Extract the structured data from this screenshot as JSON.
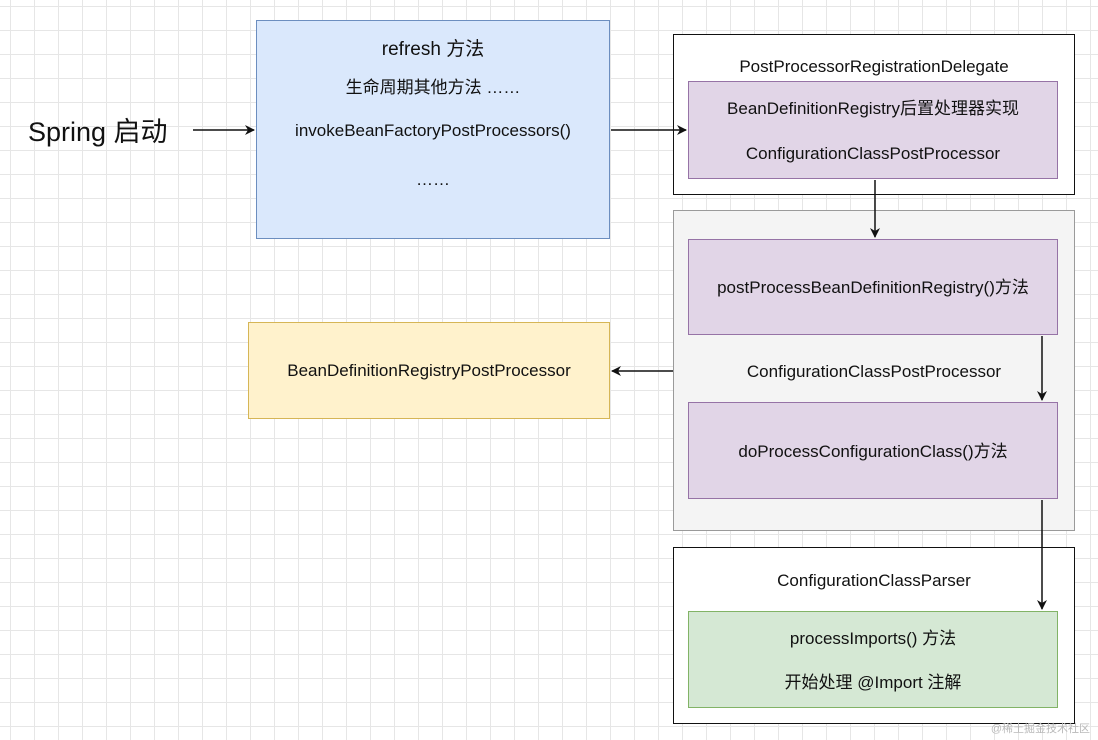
{
  "start_label": "Spring 启动",
  "refresh": {
    "title": "refresh 方法",
    "line1": "生命周期其他方法 ……",
    "line2": "invokeBeanFactoryPostProcessors()",
    "line3": "……"
  },
  "delegate": {
    "title": "PostProcessorRegistrationDelegate",
    "inner_line1": "BeanDefinitionRegistry后置处理器实现",
    "inner_line2": "ConfigurationClassPostProcessor"
  },
  "ccpp": {
    "method1": "postProcessBeanDefinitionRegistry()方法",
    "title": "ConfigurationClassPostProcessor",
    "method2": "doProcessConfigurationClass()方法"
  },
  "registry_pp": {
    "label": "BeanDefinitionRegistryPostProcessor"
  },
  "parser": {
    "title": "ConfigurationClassParser",
    "line1": "processImports() 方法",
    "line2": "开始处理 @Import 注解"
  },
  "watermark": "@稀土掘金技术社区"
}
